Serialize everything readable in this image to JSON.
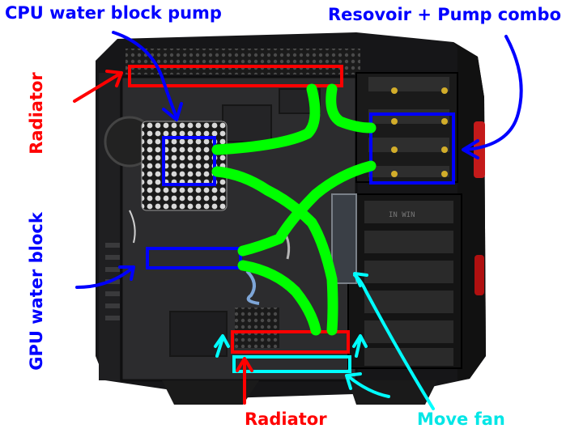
{
  "labels": {
    "cpu_pump": "CPU water block pump",
    "reservoir_combo": "Resovoir + Pump combo",
    "radiator_left": "Radiator",
    "gpu_block": "GPU water block",
    "radiator_bottom": "Radiator",
    "move_fan": "Move fan"
  },
  "colors": {
    "radiator": "#ff0000",
    "pump_block": "#0000ff",
    "tubing": "#00ff00",
    "fan": "#00ffff",
    "case": "#1c1c1e",
    "panel": "#2a2a2c"
  },
  "case_brand": "IN WIN"
}
